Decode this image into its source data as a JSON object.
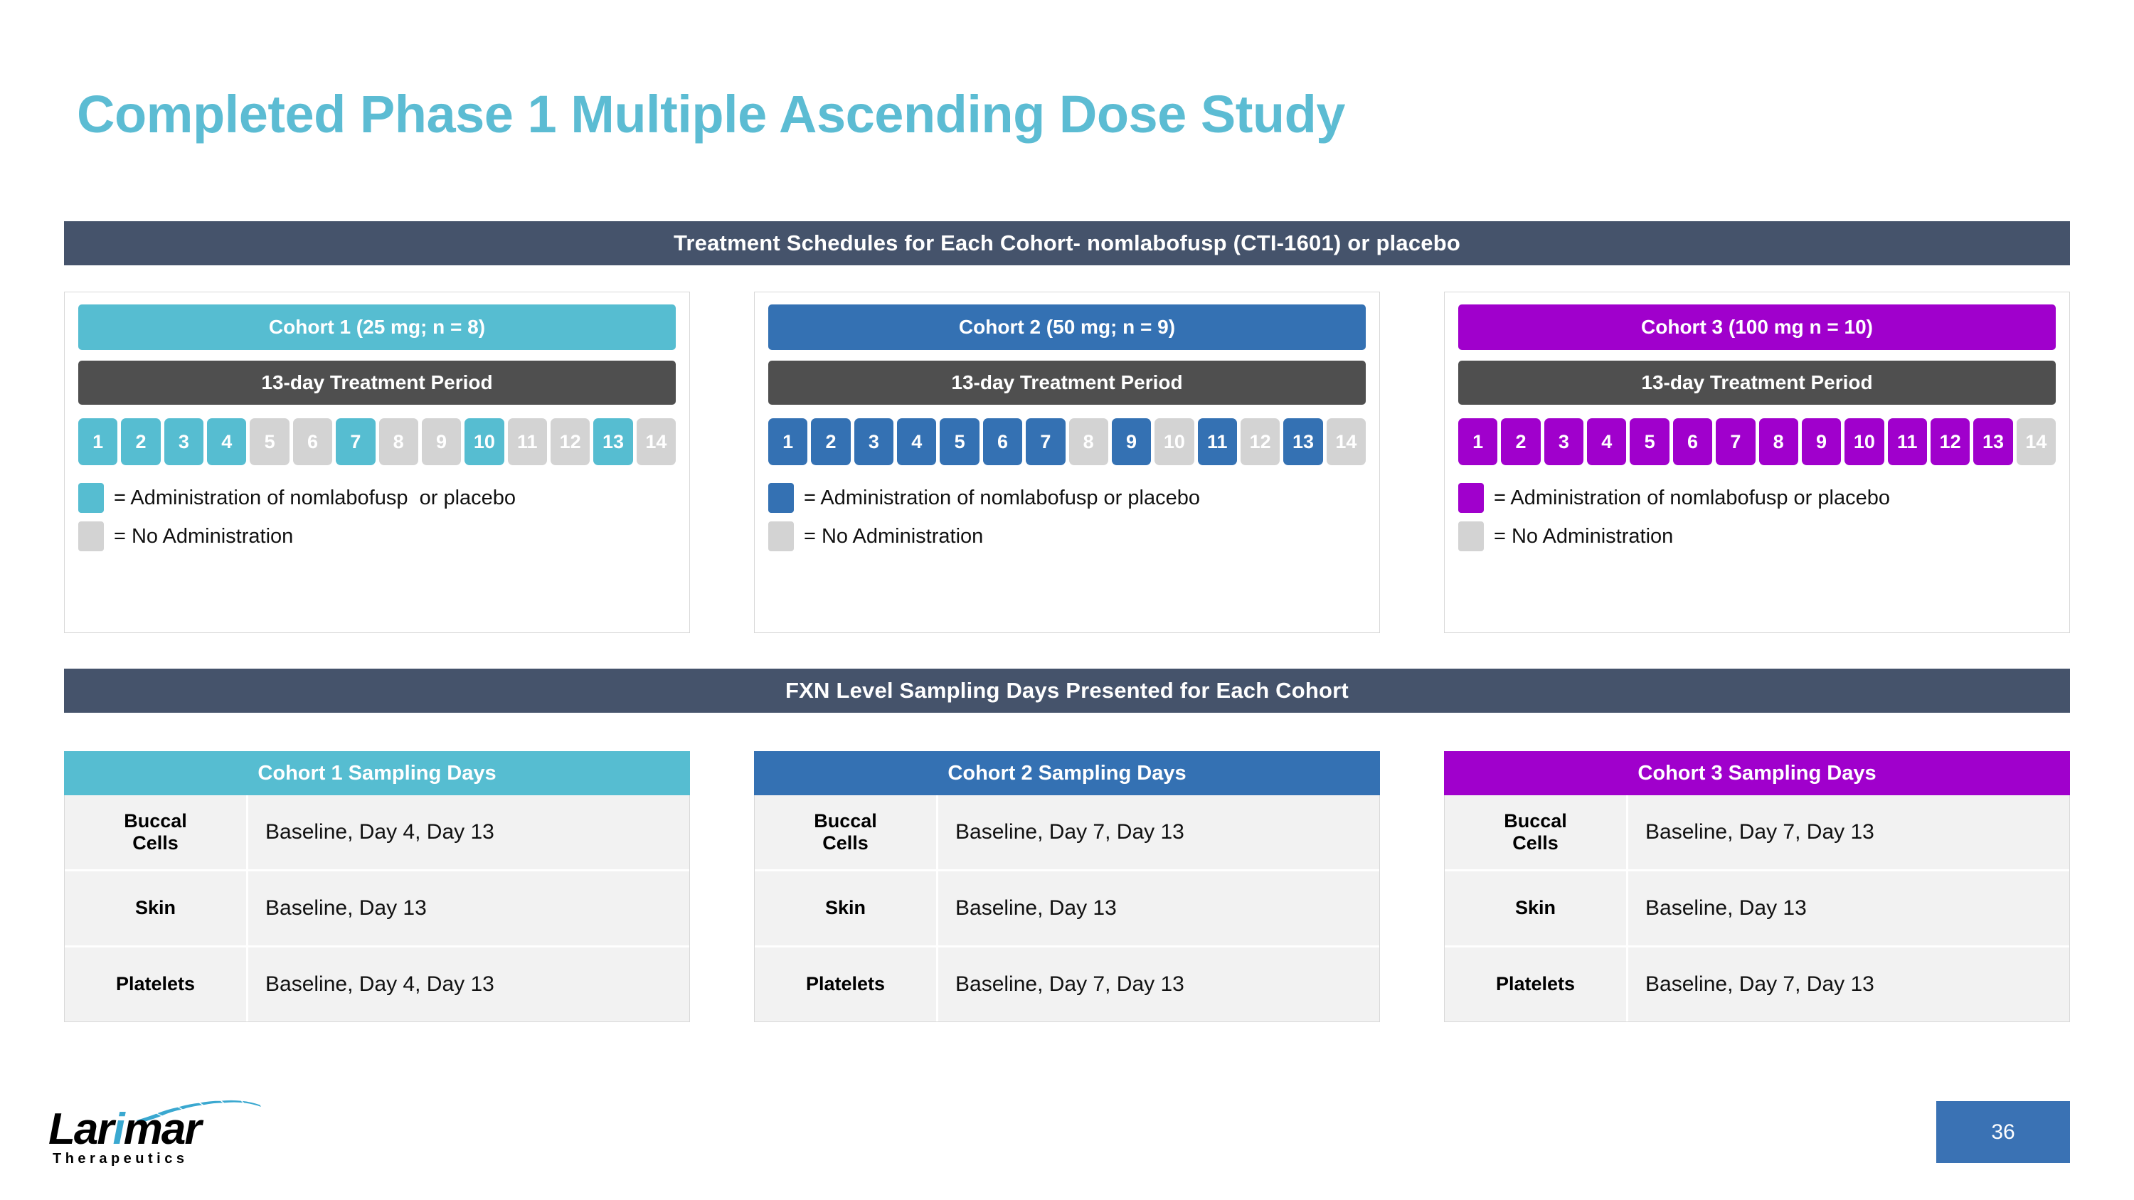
{
  "slide": {
    "title": "Completed Phase 1 Multiple Ascending Dose Study",
    "title_color": "#5cbcd3",
    "page_number": "36"
  },
  "banners": {
    "treatment": "Treatment Schedules for Each Cohort- nomlabofusp (CTI-1601) or placebo",
    "fxn": "FXN Level Sampling Days Presented for Each Cohort",
    "color": "#45536b"
  },
  "treatment_period_label": "13-day Treatment Period",
  "cohorts": [
    {
      "header": "Cohort 1 (25 mg; n = 8)",
      "color": "#56bdd1",
      "off_color": "#d3d3d3",
      "days": [
        "1",
        "2",
        "3",
        "4",
        "5",
        "6",
        "7",
        "8",
        "9",
        "10",
        "11",
        "12",
        "13",
        "14"
      ],
      "dosing_days": [
        1,
        2,
        3,
        4,
        7,
        10,
        13
      ],
      "legend_admin": "= Administration of nomlabofusp  or placebo",
      "legend_none": "= No Administration"
    },
    {
      "header": "Cohort 2 (50 mg; n = 9)",
      "color": "#3471b3",
      "off_color": "#d3d3d3",
      "days": [
        "1",
        "2",
        "3",
        "4",
        "5",
        "6",
        "7",
        "8",
        "9",
        "10",
        "11",
        "12",
        "13",
        "14"
      ],
      "dosing_days": [
        1,
        2,
        3,
        4,
        5,
        6,
        7,
        9,
        11,
        13
      ],
      "legend_admin": "= Administration of nomlabofusp or placebo",
      "legend_none": "= No Administration"
    },
    {
      "header": "Cohort 3 (100 mg n = 10)",
      "color": "#a000cc",
      "off_color": "#d3d3d3",
      "days": [
        "1",
        "2",
        "3",
        "4",
        "5",
        "6",
        "7",
        "8",
        "9",
        "10",
        "11",
        "12",
        "13",
        "14"
      ],
      "dosing_days": [
        1,
        2,
        3,
        4,
        5,
        6,
        7,
        8,
        9,
        10,
        11,
        12,
        13
      ],
      "legend_admin": "= Administration of nomlabofusp or placebo",
      "legend_none": "= No Administration"
    }
  ],
  "sampling_tables": [
    {
      "header": "Cohort 1 Sampling Days",
      "color": "#56bdd1",
      "rows": [
        {
          "label": "Buccal\nCells",
          "value": "Baseline, Day 4, Day 13"
        },
        {
          "label": "Skin",
          "value": "Baseline, Day 13"
        },
        {
          "label": "Platelets",
          "value": "Baseline, Day 4, Day 13"
        }
      ]
    },
    {
      "header": "Cohort 2 Sampling Days",
      "color": "#3471b3",
      "rows": [
        {
          "label": "Buccal\nCells",
          "value": "Baseline, Day 7, Day 13"
        },
        {
          "label": "Skin",
          "value": "Baseline, Day 13"
        },
        {
          "label": "Platelets",
          "value": "Baseline, Day 7, Day 13"
        }
      ]
    },
    {
      "header": "Cohort 3 Sampling Days",
      "color": "#a000cc",
      "rows": [
        {
          "label": "Buccal\nCells",
          "value": "Baseline, Day 7, Day 13"
        },
        {
          "label": "Skin",
          "value": "Baseline, Day 13"
        },
        {
          "label": "Platelets",
          "value": "Baseline, Day 7, Day 13"
        }
      ]
    }
  ],
  "logo": {
    "name_part1": "Lar",
    "name_i": "i",
    "name_part2": "mar",
    "tagline": "Therapeutics",
    "accent_color": "#3aa8d0"
  }
}
